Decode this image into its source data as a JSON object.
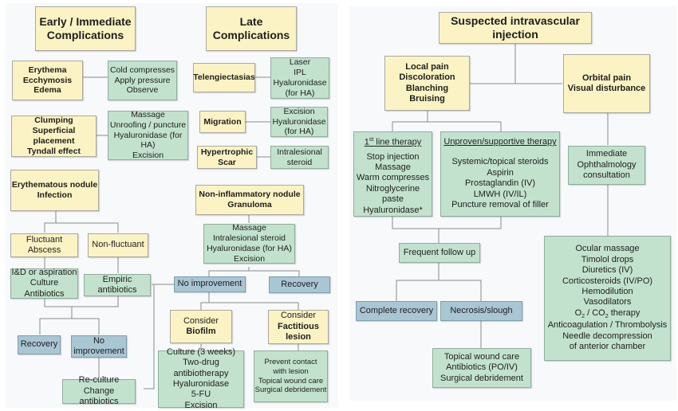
{
  "left": {
    "early_title": [
      "Early / Immediate",
      "Complications"
    ],
    "late_title": [
      "Late",
      "Complications"
    ],
    "erythema": [
      "Erythema",
      "Ecchymosis",
      "Edema"
    ],
    "erythema_tx": [
      "Cold compresses",
      "Apply pressure",
      "Observe"
    ],
    "clumping": [
      "Clumping",
      "Superficial placement",
      "Tyndall effect"
    ],
    "clumping_tx": [
      "Massage",
      "Unroofing / puncture",
      "Hyaluronidase (for HA)",
      "Excision"
    ],
    "telang": "Telengiectasias",
    "telang_tx": [
      "Laser",
      "IPL",
      "Hyaluronidase",
      "(for HA)"
    ],
    "migration": "Migration",
    "migration_tx": [
      "Excision",
      "Hyaluronidase",
      "(for HA)"
    ],
    "hypertrophic": [
      "Hypertrophic",
      "Scar"
    ],
    "hypertrophic_tx": [
      "Intralesional",
      "steroid"
    ],
    "ery_nodule": [
      "Erythematous nodule",
      "Infection"
    ],
    "fluctuant": [
      "Fluctuant",
      "Abscess"
    ],
    "nonfluctuant": "Non-fluctuant",
    "id_aspiration": [
      "I&D or aspiration",
      "Culture",
      "Antibiotics"
    ],
    "empiric": "Empiric antibiotics",
    "recovery": "Recovery",
    "no_improvement_2line": [
      "No",
      "improvement"
    ],
    "reculture": [
      "Re-culture",
      "Change antibiotics"
    ],
    "noninflam": [
      "Non-inflammatory nodule",
      "Granuloma"
    ],
    "noninflam_tx": [
      "Massage",
      "Intralesional steroid",
      "Hyaluronidase (for HA)",
      "Excision"
    ],
    "no_improvement": "No improvement",
    "recovery2": "Recovery",
    "consider": "Consider",
    "biofilm": "Biofilm",
    "factitious": [
      "Factitious",
      "lesion"
    ],
    "biofilm_tx": [
      "Culture (3 weeks)",
      "Two-drug antibiotherapy",
      "Hyaluronidase",
      "5-FU",
      "Excision"
    ],
    "factitious_tx": [
      "Prevent contact",
      "with lesion",
      "Topical wound care",
      "Surgical debridement"
    ]
  },
  "right": {
    "title": [
      "Suspected intravascular",
      "injection"
    ],
    "local": [
      "Local pain",
      "Discoloration",
      "Blanching",
      "Bruising"
    ],
    "orbital": [
      "Orbital pain",
      "Visual disturbance"
    ],
    "first_line_heading": "line therapy",
    "first_line_prefix": "1",
    "first_line_sup": "st",
    "first_line": [
      "Stop injection",
      "Massage",
      "Warm compresses",
      "Nitroglycerine paste",
      "Hyaluronidase*"
    ],
    "unproven_heading": "Unproven/supportive therapy",
    "unproven": [
      "Systemic/topical steroids",
      "Aspirin",
      "Prostaglandin (IV)",
      "LMWH (IV/IL)",
      "Puncture removal of filler"
    ],
    "followup": "Frequent follow up",
    "complete": "Complete recovery",
    "necrosis": "Necrosis/slough",
    "necrosis_tx": [
      "Topical wound care",
      "Antibiotics (PO/IV)",
      "Surgical debridement"
    ],
    "ophth": [
      "Immediate",
      "Ophthalmology",
      "consultation"
    ],
    "ocular": [
      "Ocular massage",
      "Timolol drops",
      "Diuretics (IV)",
      "Corticosteroids (IV/PO)",
      "Hemodilution",
      "Vasodilators"
    ],
    "o2_line": {
      "o": "O",
      "s1": "2",
      "mid": " / CO",
      "s2": "2",
      "end": " therapy"
    },
    "ocular_rest": [
      "Anticoagulation / Thrombolysis",
      "Needle decompression",
      "of anterior chamber"
    ]
  },
  "colors": {
    "problem_fill": "#fbf3c3",
    "treatment_fill": "#c2e2cd",
    "outcome_fill": "#a9c6d4",
    "connector": "#8a8a8a"
  }
}
